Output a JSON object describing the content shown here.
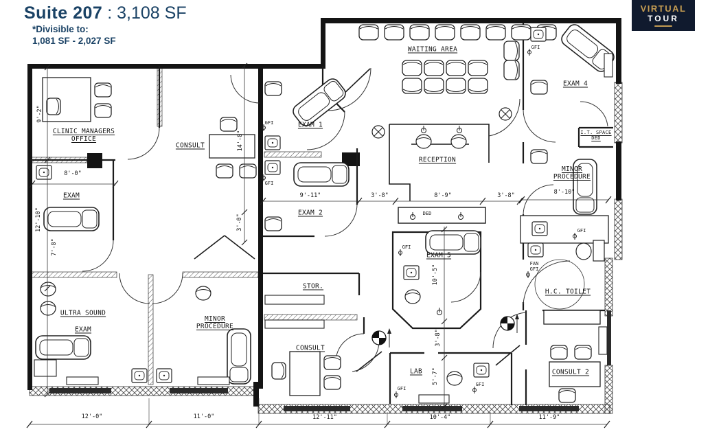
{
  "header": {
    "suite_name": "Suite 207",
    "separator": ":",
    "area": "3,108 SF",
    "divisible_label": "*Divisible to:",
    "divisible_range": "1,081 SF - 2,027 SF"
  },
  "virtual_tour": {
    "line1": "VIRTUAL",
    "line2": "TOUR"
  },
  "colors": {
    "title_navy": "#1a4265",
    "badge_bg": "#101a2e",
    "badge_gold": "#c39b52",
    "line_black": "#141414"
  },
  "plan": {
    "rooms": [
      {
        "label": "CLINIC MANAGERS\nOFFICE"
      },
      {
        "label": "CONSULT"
      },
      {
        "label": "EXAM"
      },
      {
        "label": "EXAM 1"
      },
      {
        "label": "EXAM 2"
      },
      {
        "label": "WAITING AREA"
      },
      {
        "label": "RECEPTION"
      },
      {
        "label": "EXAM 4"
      },
      {
        "label": "I.T. SPACE\nDED"
      },
      {
        "label": "MINOR\nPROCEDURE"
      },
      {
        "label": "EXAM 5"
      },
      {
        "label": "H.C. TOILET"
      },
      {
        "label": "ULTRA SOUND"
      },
      {
        "label": "EXAM"
      },
      {
        "label": "MINOR\nPROCEDURE"
      },
      {
        "label": "STOR."
      },
      {
        "label": "CONSULT"
      },
      {
        "label": "LAB"
      },
      {
        "label": "CONSULT 2"
      }
    ],
    "dims_h": [
      "8'-0\"",
      "9'-11\"",
      "3'-8\"",
      "8'-9\"",
      "3'-8\"",
      "8'-10\"",
      "12'-0\"",
      "11'-0\"",
      "12'-11\"",
      "10'-4\"",
      "11'-9\""
    ],
    "dims_v": [
      "9'-2\"",
      "12'-10\"",
      "7'-8\"",
      "14'-8\"",
      "3'-0\"",
      "10'-5\"",
      "3'-8\"",
      "5'-7\""
    ],
    "annotations": [
      "GFI",
      "GFI",
      "GFI",
      "GFI",
      "GFI",
      "GFI",
      "GFI",
      "FAN",
      "GFI",
      "DED"
    ]
  }
}
